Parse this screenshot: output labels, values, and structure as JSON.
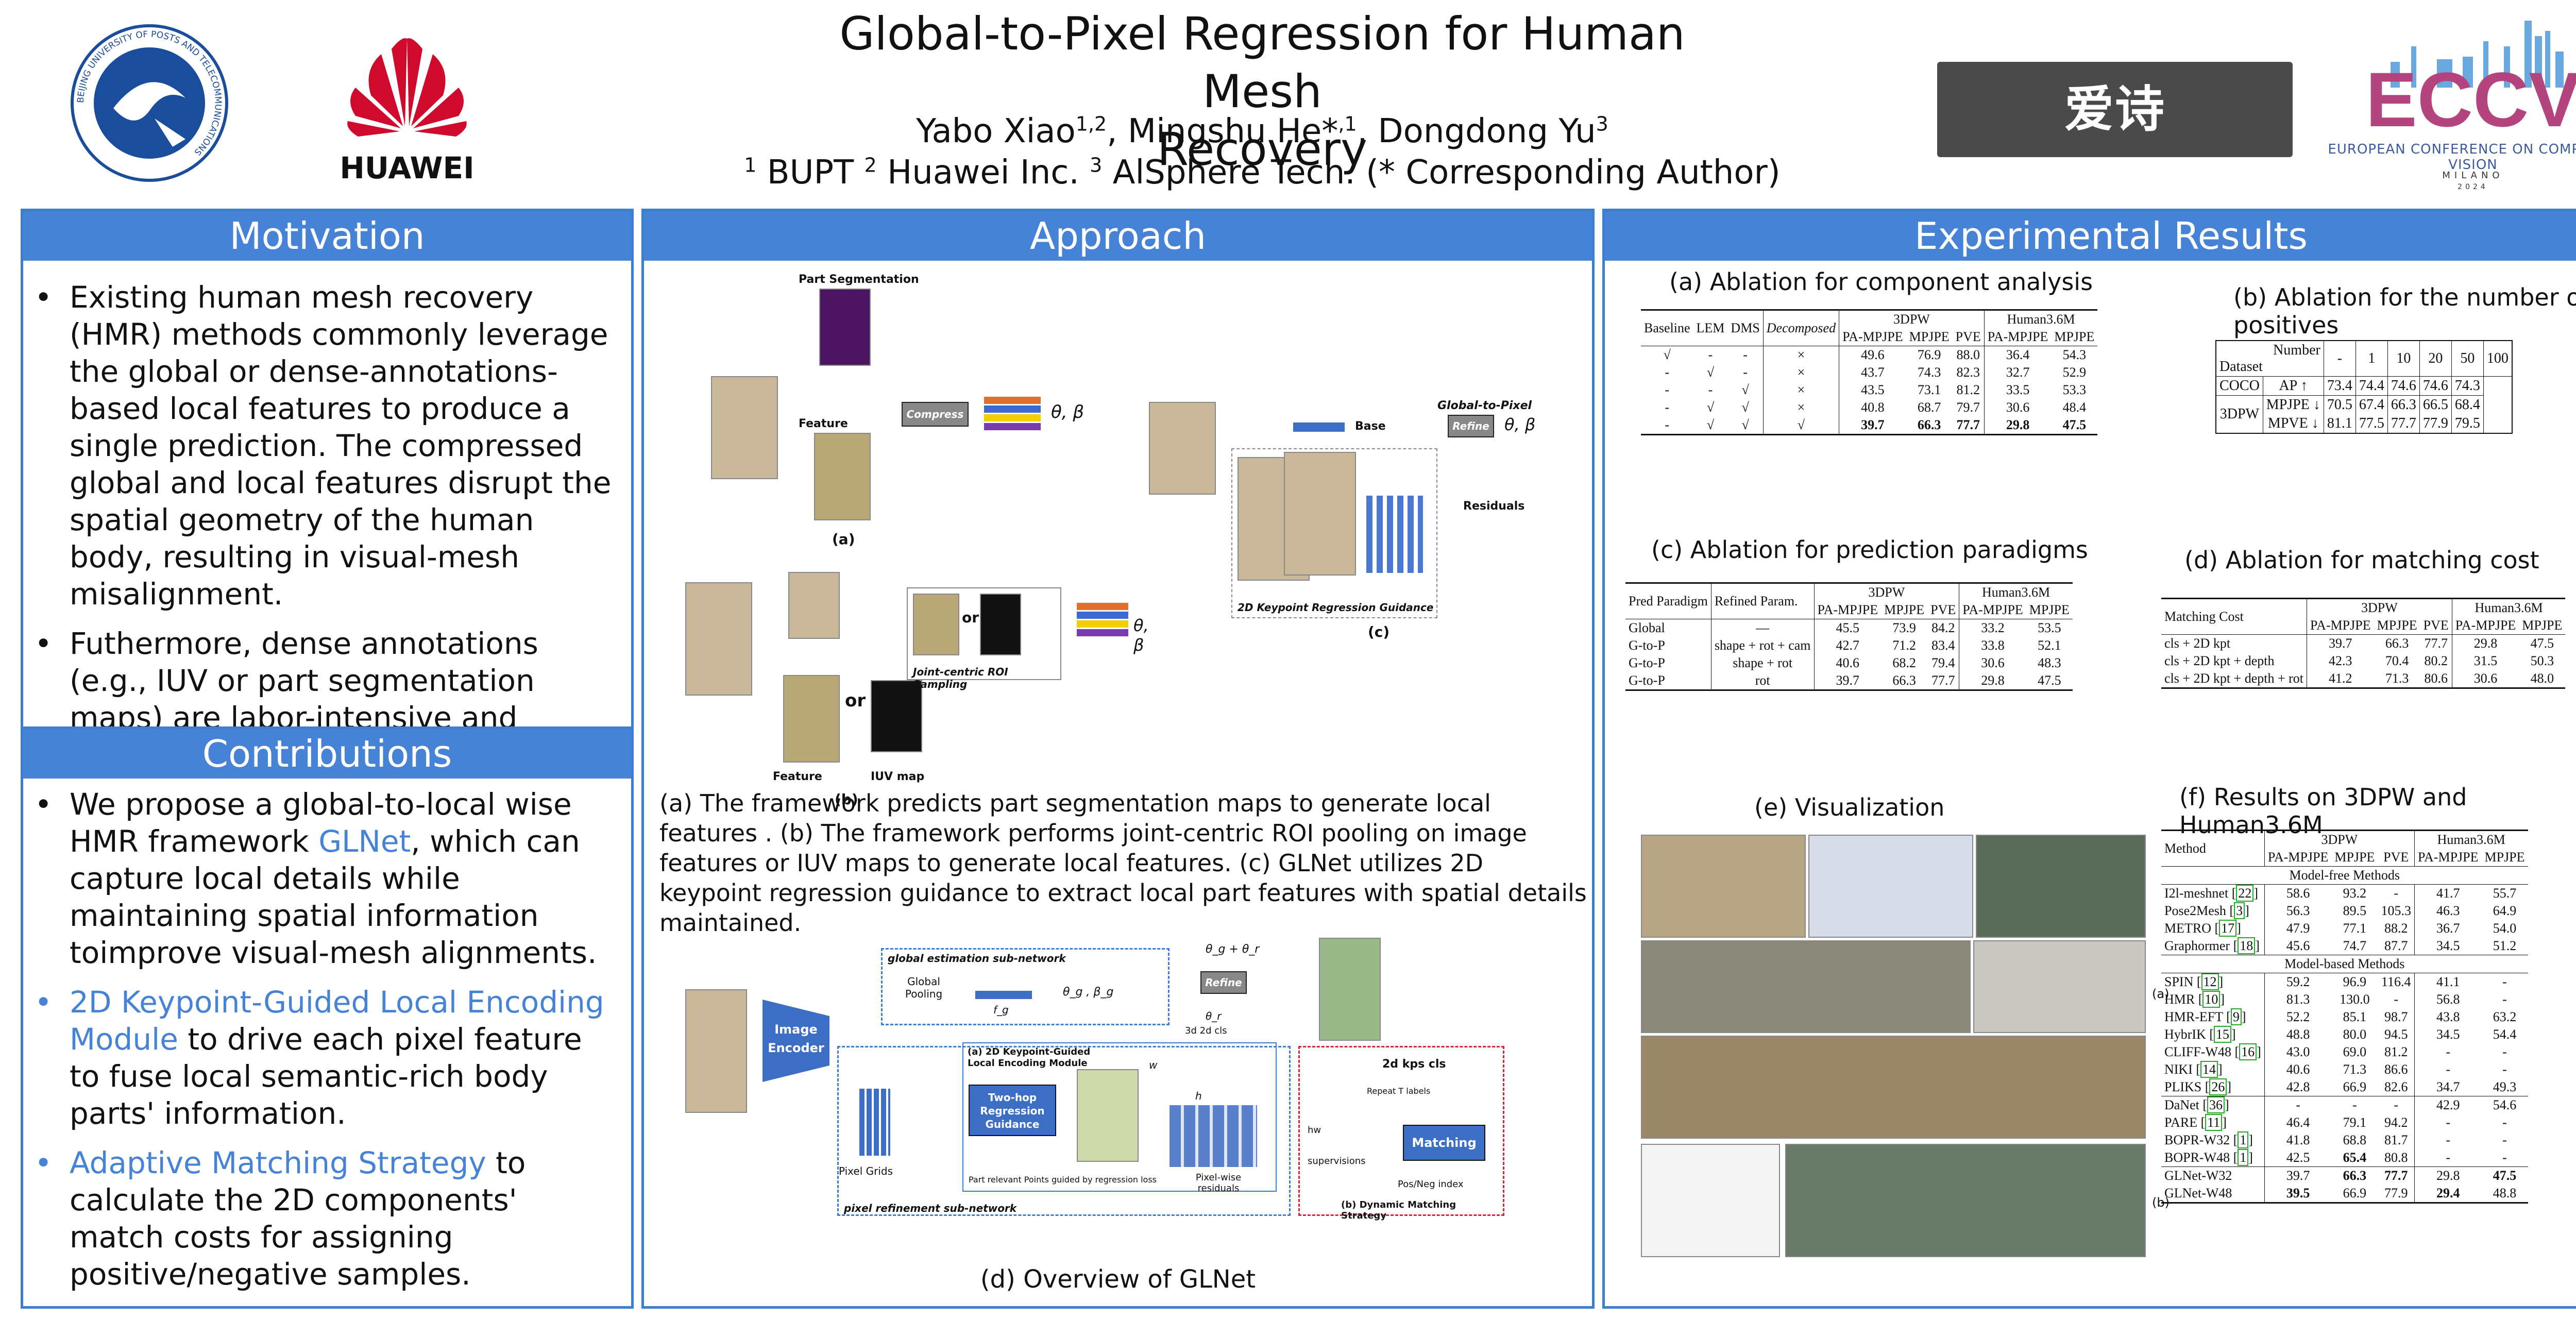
{
  "header": {
    "title_line1": "Global-to-Pixel Regression for Human Mesh",
    "title_line2": "Recovery",
    "authors_text": "Yabo Xiao",
    "authors_sup1": "1,2",
    "author2": ", Mingshu He*",
    "authors_sup2": ",1",
    "author3": ", Dongdong Yu",
    "authors_sup3": "3",
    "affil_sup1": "1",
    "affil1": " BUPT ",
    "affil_sup2": "2",
    "affil2": " Huawei Inc. ",
    "affil_sup3": "3",
    "affil3": " AlSphere Tech. (* Corresponding Author)",
    "logo_huawei": "HUAWEI",
    "logo_bupt": "BEIJING UNIVERSITY OF POSTS AND TELECOMMUNICATIONS",
    "logo_aisphere": "爱诗 AIsphere",
    "logo_eccv": "ECCV",
    "logo_eccv_sub": "EUROPEAN CONFERENCE ON COMPUTER VISION",
    "logo_eccv_city": "MILANO",
    "logo_eccv_year": "2024"
  },
  "motivation": {
    "heading": "Motivation",
    "b1": "Existing human mesh recovery (HMR) methods commonly leverage the global or dense-annotations-based local features to produce a single prediction. The compressed global and local features disrupt the spatial geometry of the human body, resulting in visual-mesh misalignment.",
    "b2": "Futhermore, dense annotations (e.g., IUV or part segmentation maps) are labor-intensive and expensive."
  },
  "contributions": {
    "heading": "Contributions",
    "b1_pre": "We propose a global-to-local wise HMR framework ",
    "b1_hl": "GLNet",
    "b1_post": ", which can capture local details while maintaining spatial information toimprove visual-mesh alignments.",
    "b2_hl": "2D Keypoint-Guided Local Encoding Module",
    "b2_post": " to drive each pixel feature to fuse local semantic-rich body parts' information.",
    "b3_hl": "Adaptive Matching Strategy",
    "b3_post": " to calculate the 2D components' match costs for assigning positive/negative samples."
  },
  "approach": {
    "heading": "Approach",
    "fig_a_label": "(a)",
    "fig_b_label": "(b)",
    "fig_c_label": "(c)",
    "part_seg": "Part Segmentation",
    "feature": "Feature",
    "compress": "Compress",
    "theta_beta": "θ, β",
    "or": "or",
    "iuv_map": "IUV map",
    "roi": "Joint-centric ROI Sampling",
    "base": "Base",
    "g2p": "Global-to-Pixel",
    "refine": "Refine",
    "residuals": "Residuals",
    "kpt_guidance": "2D Keypoint Regression Guidance",
    "caption": "(a) The framework predicts part segmentation maps to generate local features . (b) The framework performs joint-centric ROI pooling on image features or IUV maps to generate local features. (c) GLNet utilizes 2D keypoint regression guidance to extract local part features with spatial details maintained.",
    "overview_title": "(d) Overview of GLNet",
    "image_encoder": "Image Encoder",
    "global_subnet": "global estimation sub-network",
    "global_pooling": "Global Pooling",
    "fg": "f_g",
    "theta_g": "θ_g , β_g",
    "theta_sum": "θ_g + θ_r",
    "refine_label": "Refine",
    "pixel_grids": "Pixel Grids",
    "module_title": "(a) 2D Keypoint-Guided Local Encoding Module",
    "two_hop": "Two-hop Regression Guidance",
    "part_note": "Part relevant Points guided by regression loss",
    "pixel_res": "Pixel-wise residuals",
    "pixel_subnet": "pixel refinement sub-network",
    "kps_cls": "2d kps   cls",
    "repeat": "Repeat T labels",
    "matching": "Matching",
    "supervisions": "supervisions",
    "posneg": "Pos/Neg index",
    "dyn_match": "(b) Dynamic Matching Strategy",
    "theta_r": "θ_r",
    "three_d": "3d",
    "two_d": "2d",
    "cls": "cls",
    "hw": "hw",
    "w": "w",
    "h": "h"
  },
  "results": {
    "heading": "Experimental Results",
    "ta_title": "(a) Ablation for component analysis",
    "tb_title": "(b) Ablation for the number of positives",
    "tc_title": "(c) Ablation for prediction paradigms",
    "td_title": "(d) Ablation for matching cost",
    "te_title": "(e) Visualization",
    "tf_title": "(f) Results on 3DPW and Human3.6M",
    "vis_a": "(a)",
    "vis_b": "(b)"
  },
  "table_a": {
    "cols": [
      "Baseline",
      "LEM",
      "DMS",
      "Decomposed"
    ],
    "g1": "3DPW",
    "g2": "Human3.6M",
    "sub": [
      "PA-MPJPE",
      "MPJPE",
      "PVE",
      "PA-MPJPE",
      "MPJPE"
    ],
    "rows": [
      [
        "√",
        "-",
        "-",
        "×",
        "49.6",
        "76.9",
        "88.0",
        "36.4",
        "54.3"
      ],
      [
        "-",
        "√",
        "-",
        "×",
        "43.7",
        "74.3",
        "82.3",
        "32.7",
        "52.9"
      ],
      [
        "-",
        "-",
        "√",
        "×",
        "43.5",
        "73.1",
        "81.2",
        "33.5",
        "53.3"
      ],
      [
        "-",
        "√",
        "√",
        "×",
        "40.8",
        "68.7",
        "79.7",
        "30.6",
        "48.4"
      ],
      [
        "-",
        "√",
        "√",
        "√",
        "39.7",
        "66.3",
        "77.7",
        "29.8",
        "47.5"
      ]
    ]
  },
  "table_b": {
    "corner_top": "Number",
    "corner_bot": "Dataset",
    "cols": [
      "-",
      "1",
      "10",
      "20",
      "50",
      "100"
    ],
    "rows": [
      [
        "COCO",
        "AP ↑",
        "73.4",
        "74.4",
        "74.6",
        "74.6",
        "74.3"
      ],
      [
        "3DPW",
        "MPJPE ↓",
        "70.5",
        "67.4",
        "66.3",
        "66.5",
        "68.4"
      ],
      [
        "",
        "MPVE ↓",
        "81.1",
        "77.5",
        "77.7",
        "77.9",
        "79.5"
      ]
    ]
  },
  "table_c": {
    "cols": [
      "Pred Paradigm",
      "Refined Param."
    ],
    "g1": "3DPW",
    "g2": "Human3.6M",
    "sub": [
      "PA-MPJPE",
      "MPJPE",
      "PVE",
      "PA-MPJPE",
      "MPJPE"
    ],
    "rows": [
      [
        "Global",
        "—",
        "45.5",
        "73.9",
        "84.2",
        "33.2",
        "53.5"
      ],
      [
        "G-to-P",
        "shape + rot + cam",
        "42.7",
        "71.2",
        "83.4",
        "33.8",
        "52.1"
      ],
      [
        "G-to-P",
        "shape + rot",
        "40.6",
        "68.2",
        "79.4",
        "30.6",
        "48.3"
      ],
      [
        "G-to-P",
        "rot",
        "39.7",
        "66.3",
        "77.7",
        "29.8",
        "47.5"
      ]
    ]
  },
  "table_d": {
    "col": "Matching Cost",
    "g1": "3DPW",
    "g2": "Human3.6M",
    "sub": [
      "PA-MPJPE",
      "MPJPE",
      "PVE",
      "PA-MPJPE",
      "MPJPE"
    ],
    "rows": [
      [
        "cls + 2D kpt",
        "39.7",
        "66.3",
        "77.7",
        "29.8",
        "47.5"
      ],
      [
        "cls + 2D kpt + depth",
        "42.3",
        "70.4",
        "80.2",
        "31.5",
        "50.3"
      ],
      [
        "cls + 2D kpt + depth + rot",
        "41.2",
        "71.3",
        "80.6",
        "30.6",
        "48.0"
      ]
    ]
  },
  "table_f": {
    "col": "Method",
    "g1": "3DPW",
    "g2": "Human3.6M",
    "sub": [
      "PA-MPJPE",
      "MPJPE",
      "PVE",
      "PA-MPJPE",
      "MPJPE"
    ],
    "sec1": "Model-free Methods",
    "sec2": "Model-based Methods",
    "free": [
      [
        "I2l-meshnet",
        "22",
        "58.6",
        "93.2",
        "-",
        "41.7",
        "55.7"
      ],
      [
        "Pose2Mesh",
        "3",
        "56.3",
        "89.5",
        "105.3",
        "46.3",
        "64.9"
      ],
      [
        "METRO",
        "17",
        "47.9",
        "77.1",
        "88.2",
        "36.7",
        "54.0"
      ],
      [
        "Graphormer",
        "18",
        "45.6",
        "74.7",
        "87.7",
        "34.5",
        "51.2"
      ]
    ],
    "based1": [
      [
        "SPIN",
        "12",
        "59.2",
        "96.9",
        "116.4",
        "41.1",
        "-"
      ],
      [
        "HMR",
        "10",
        "81.3",
        "130.0",
        "-",
        "56.8",
        "-"
      ],
      [
        "HMR-EFT",
        "9",
        "52.2",
        "85.1",
        "98.7",
        "43.8",
        "63.2"
      ],
      [
        "HybrIK",
        "15",
        "48.8",
        "80.0",
        "94.5",
        "34.5",
        "54.4"
      ],
      [
        "CLIFF-W48",
        "16",
        "43.0",
        "69.0",
        "81.2",
        "-",
        "-"
      ],
      [
        "NIKI",
        "14",
        "40.6",
        "71.3",
        "86.6",
        "-",
        "-"
      ],
      [
        "PLIKS",
        "26",
        "42.8",
        "66.9",
        "82.6",
        "34.7",
        "49.3"
      ]
    ],
    "based2": [
      [
        "DaNet",
        "36",
        "-",
        "-",
        "-",
        "42.9",
        "54.6"
      ],
      [
        "PARE",
        "11",
        "46.4",
        "79.1",
        "94.2",
        "-",
        "-"
      ],
      [
        "BOPR-W32",
        "1",
        "41.8",
        "68.8",
        "81.7",
        "-",
        "-"
      ],
      [
        "BOPR-W48",
        "1",
        "42.5",
        "65.4",
        "80.8",
        "-",
        "-"
      ]
    ],
    "ours": [
      [
        "GLNet-W32",
        "",
        "39.7",
        "66.3",
        "77.7",
        "29.8",
        "47.5"
      ],
      [
        "GLNet-W48",
        "",
        "39.5",
        "66.9",
        "77.9",
        "29.4",
        "48.8"
      ]
    ]
  },
  "colors": {
    "panel_header": "#4683d6",
    "highlight": "#4683d6",
    "huawei_red": "#cf0a2c",
    "bupt_blue": "#1a4d9c"
  }
}
